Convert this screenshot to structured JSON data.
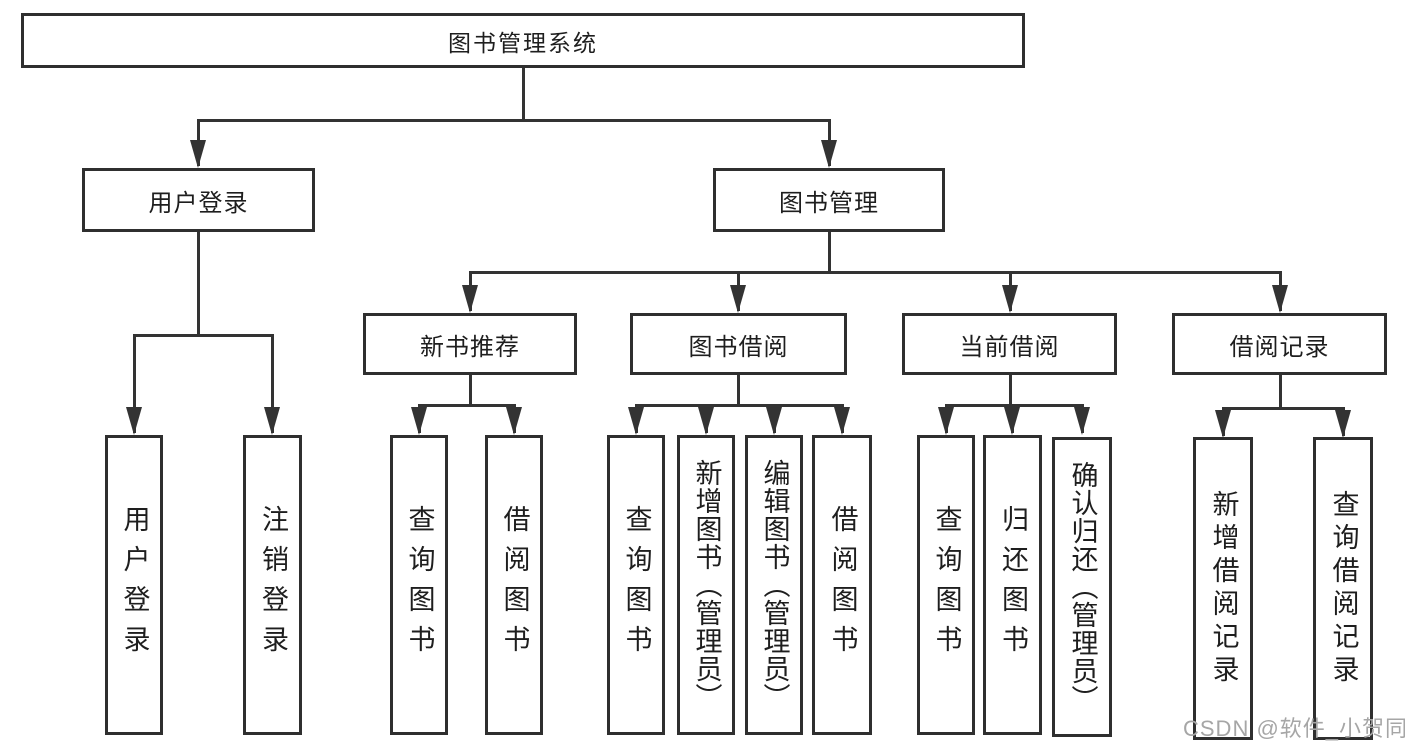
{
  "diagram": {
    "tree": {
      "label": "图书管理系统",
      "children": [
        {
          "label": "用户登录",
          "children": [
            {
              "label": "用户登录"
            },
            {
              "label": "注销登录"
            }
          ]
        },
        {
          "label": "图书管理",
          "children": [
            {
              "label": "新书推荐",
              "children": [
                {
                  "label": "查询图书"
                },
                {
                  "label": "借阅图书"
                }
              ]
            },
            {
              "label": "图书借阅",
              "children": [
                {
                  "label": "查询图书"
                },
                {
                  "label": "新增图书（管理员）"
                },
                {
                  "label": "编辑图书（管理员）"
                },
                {
                  "label": "借阅图书"
                }
              ]
            },
            {
              "label": "当前借阅",
              "children": [
                {
                  "label": "查询图书"
                },
                {
                  "label": "归还图书"
                },
                {
                  "label": "确认归还（管理员）"
                }
              ]
            },
            {
              "label": "借阅记录",
              "children": [
                {
                  "label": "新增借阅记录"
                },
                {
                  "label": "查询借阅记录"
                }
              ]
            }
          ]
        }
      ]
    },
    "line_color": "#333333",
    "border_color": "#2f2f2f",
    "text_color": "#1e1e1e"
  },
  "watermark": {
    "text": "CSDN @软件_小贺同学"
  }
}
